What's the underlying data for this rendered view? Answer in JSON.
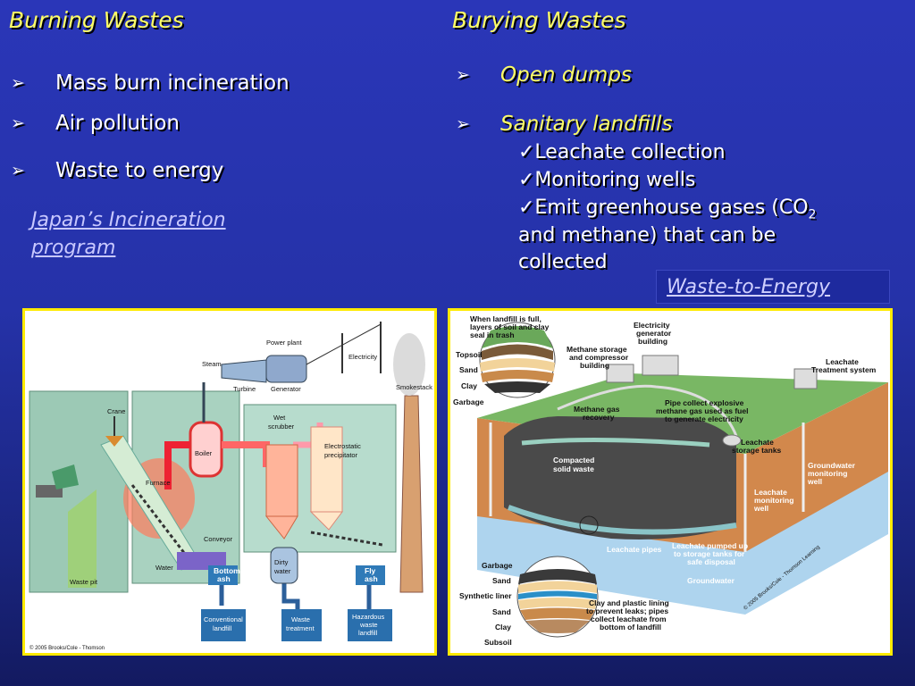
{
  "left": {
    "heading": "Burning Wastes",
    "bullets": [
      "Mass burn incineration",
      "Air pollution",
      "Waste to energy"
    ],
    "link_lines": [
      "Japan’s Incineration",
      "program"
    ]
  },
  "right": {
    "heading": "Burying Wastes",
    "bullets": [
      "Open dumps",
      "Sanitary landfills"
    ],
    "checks": [
      "✓Leachate collection",
      "✓Monitoring wells",
      "✓Emit greenhouse gases (CO"
    ],
    "check_sub": "2",
    "check_cont": [
      "and methane) that can be",
      "collected"
    ],
    "link": "Waste-to-Energy"
  },
  "incinerator": {
    "labels": {
      "crane": "Crane",
      "power_plant": "Power plant",
      "electricity": "Electricity",
      "steam": "Steam",
      "turbine": "Turbine",
      "generator": "Generator",
      "smokestack": "Smokestack",
      "boiler": "Boiler",
      "furnace": "Furnace",
      "wet_scrubber": "Wet\nscrubber",
      "precipitator": "Electrostatic\nprecipitator",
      "conveyor": "Conveyor",
      "water": "Water",
      "waste_pit": "Waste pit",
      "bottom_ash": "Bottom\nash",
      "dirty_water": "Dirty\nwater",
      "fly_ash": "Fly\nash",
      "conv_landfill": "Conventional\nlandfill",
      "waste_treatment": "Waste\ntreatment",
      "hazardous_landfill": "Hazardous\nwaste\nlandfill",
      "copyright": "© 2005 Brooks/Cole - Thomson"
    }
  },
  "landfill": {
    "labels": {
      "full": "When landfill is full,\nlayers of soil and clay\nseal in trash",
      "topsoil": "Topsoil",
      "sand": "Sand",
      "clay": "Clay",
      "garbage": "Garbage",
      "methane_storage": "Methane storage\nand compressor\nbuilding",
      "elec_gen": "Electricity\ngenerator\nbuilding",
      "leachate_treatment": "Leachate\nTreatment system",
      "methane_recovery": "Methane gas\nrecovery",
      "pipe_collect": "Pipe collect explosive\nmethane gas used as fuel\nto generate electricity",
      "leachate_tanks": "Leachate\nstorage tanks",
      "compacted": "Compacted\nsolid waste",
      "gw_well": "Groundwater\nmonitoring\nwell",
      "leach_well": "Leachate\nmonitoring\nwell",
      "leachate_pipes": "Leachate pipes",
      "leachate_pumped": "Leachate pumped up\nto storage tanks for\nsafe disposal",
      "groundwater": "Groundwater",
      "garbage2": "Garbage",
      "sand2": "Sand",
      "synthetic_liner": "Synthetic liner",
      "sand3": "Sand",
      "clay2": "Clay",
      "subsoil": "Subsoil",
      "clay_plastic": "Clay and plastic lining\nto prevent leaks; pipes\ncollect leachate from\nbottom of landfill",
      "copyright": "© 2005 Brooks/Cole - Thomson Learning"
    }
  },
  "colors": {
    "heading": "#ffff66",
    "panel_border": "#ffea00",
    "bg": "#2532a8"
  }
}
